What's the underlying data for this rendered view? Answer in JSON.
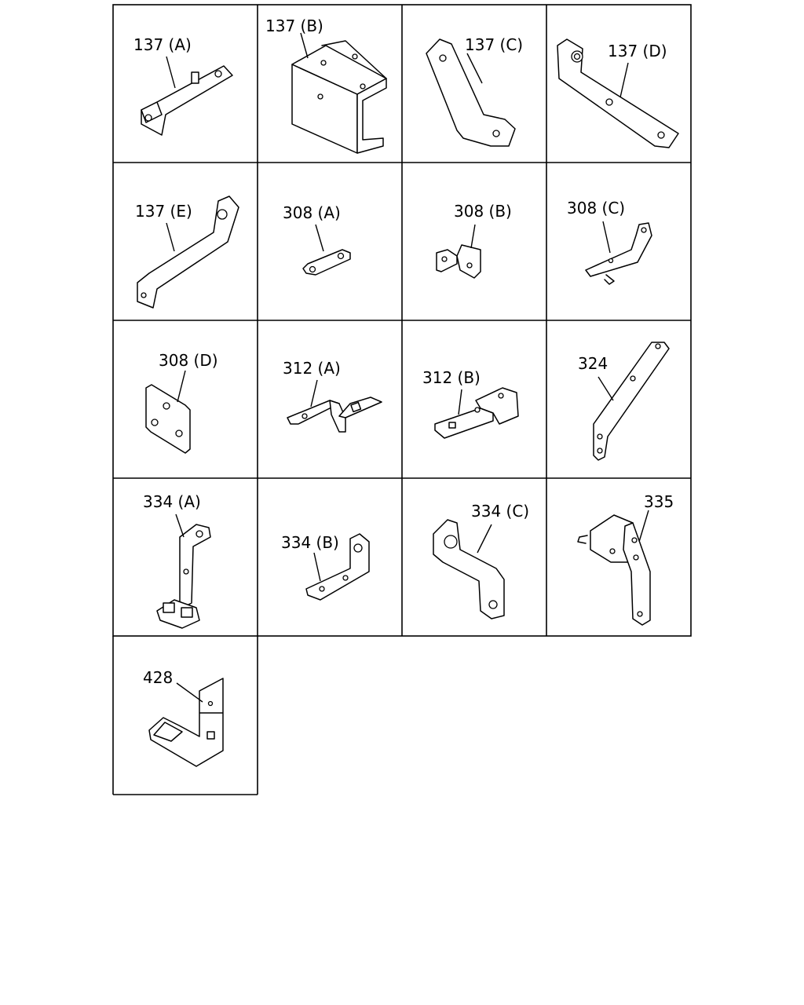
{
  "cells": [
    {
      "label": "137 (A)"
    },
    {
      "label": "137 (B)"
    },
    {
      "label": "137 (C)"
    },
    {
      "label": "137 (D)"
    },
    {
      "label": "137 (E)"
    },
    {
      "label": "308 (A)"
    },
    {
      "label": "308 (B)"
    },
    {
      "label": "308 (C)"
    },
    {
      "label": "308 (D)"
    },
    {
      "label": "312 (A)"
    },
    {
      "label": "312 (B)"
    },
    {
      "label": "324"
    },
    {
      "label": "334 (A)"
    },
    {
      "label": "334 (B)"
    },
    {
      "label": "334 (C)"
    },
    {
      "label": "335"
    },
    {
      "label": "428"
    }
  ]
}
